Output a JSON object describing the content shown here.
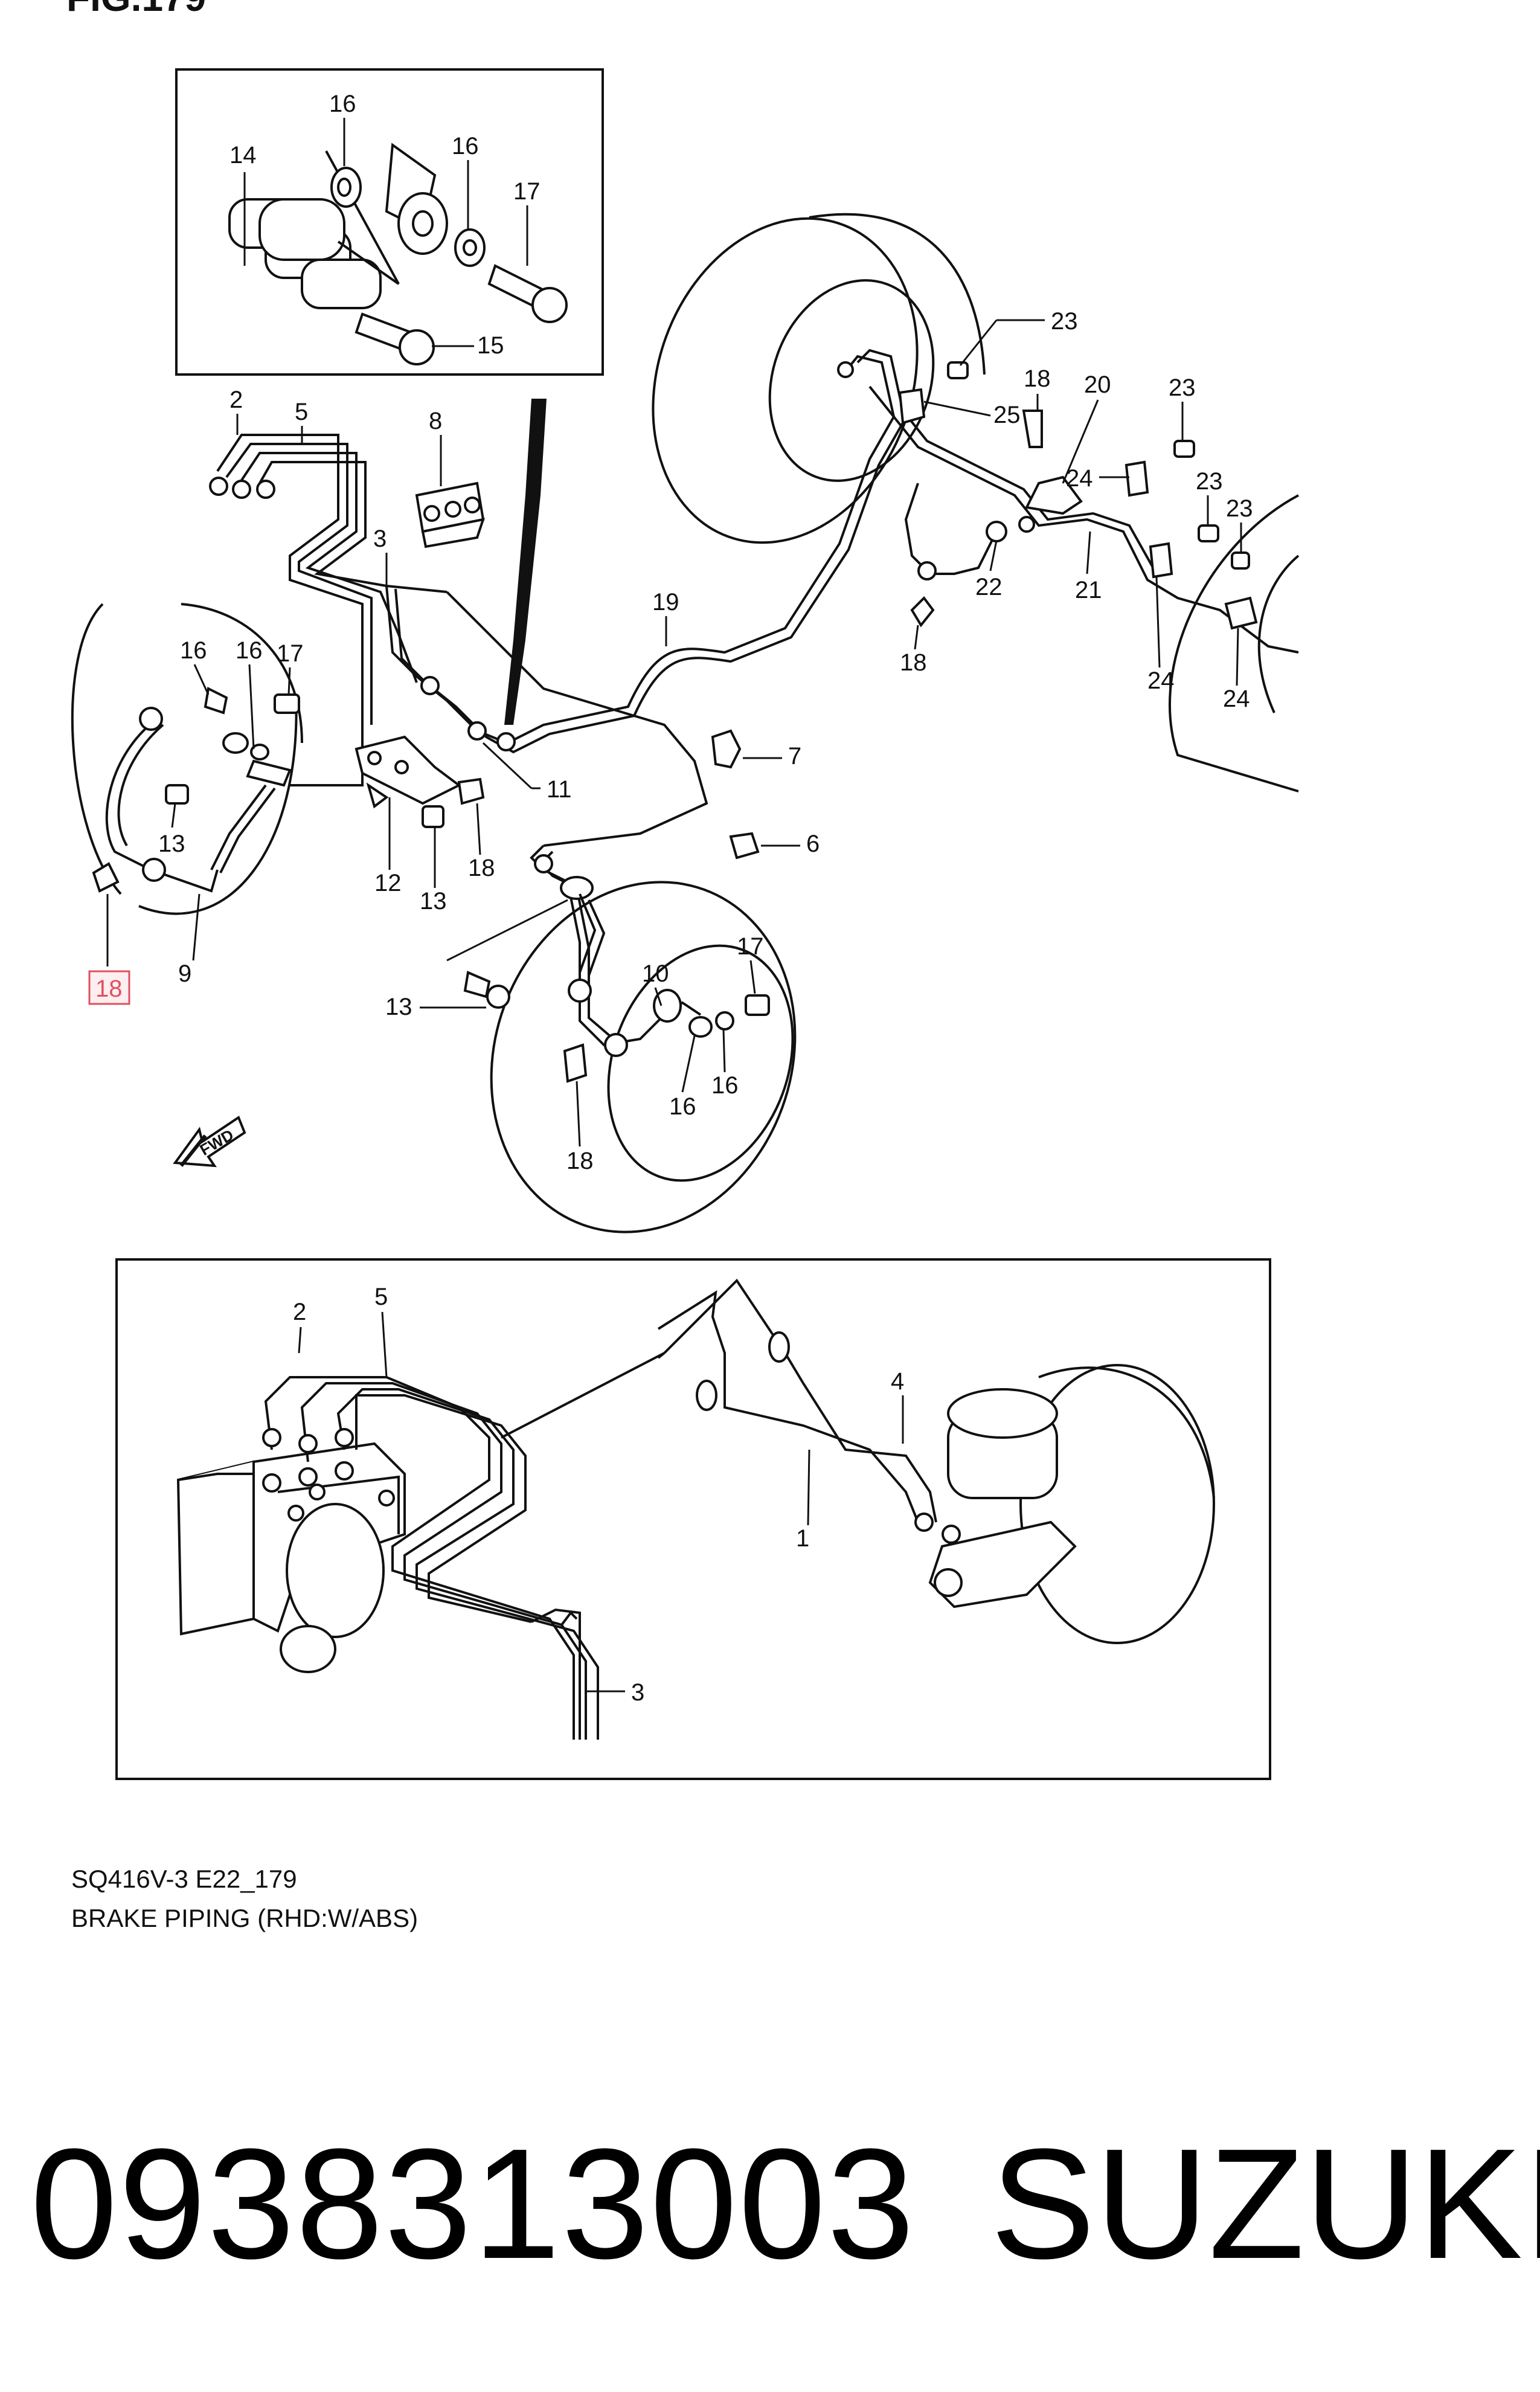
{
  "figure": {
    "title": "FIG.179"
  },
  "diagram": {
    "caption_code": "SQ416V-3 E22_179",
    "caption_title": "BRAKE PIPING (RHD:W/ABS)",
    "fwd_label": "FWD",
    "callouts": {
      "c1": "16",
      "c2": "14",
      "c3": "16",
      "c4": "17",
      "c5": "15",
      "c6": "2",
      "c7": "5",
      "c8": "8",
      "c9": "3",
      "c10": "23",
      "c11": "18",
      "c12": "20",
      "c13": "25",
      "c14": "23",
      "c15": "24",
      "c16": "23",
      "c17": "23",
      "c18": "22",
      "c19": "21",
      "c20": "19",
      "c21": "18",
      "c22": "24",
      "c23": "24",
      "c24": "16",
      "c25": "16",
      "c26": "17",
      "c27": "11",
      "c28": "7",
      "c29": "13",
      "c30": "12",
      "c31": "13",
      "c32": "18",
      "c33": "6",
      "c34": "18",
      "c35": "9",
      "c36": "13",
      "c37": "10",
      "c38": "17",
      "c39": "16",
      "c40": "16",
      "c41": "18",
      "c42": "2",
      "c43": "5",
      "c44": "4",
      "c45": "1",
      "c46": "3"
    },
    "highlighted_callout": "18"
  },
  "footer": {
    "part_number": "0938313003",
    "brand": "SUZUKI"
  },
  "colors": {
    "highlight": "#e05060",
    "ink": "#111111"
  }
}
